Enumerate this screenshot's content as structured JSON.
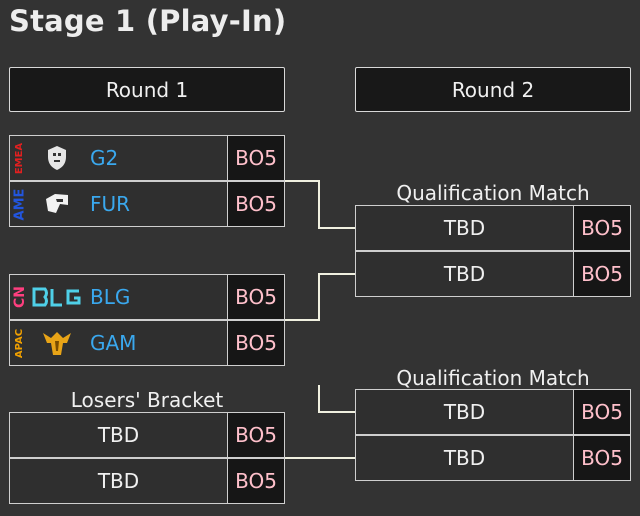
{
  "title": "Stage 1 (Play-In)",
  "rounds": [
    "Round 1",
    "Round 2"
  ],
  "round1": {
    "matches": [
      {
        "teams": [
          {
            "region": "EMEA",
            "region_color": "#e02020",
            "logo": "g2-logo-icon",
            "name": "G2",
            "format": "BO5"
          },
          {
            "region": "AME",
            "region_color": "#2255dd",
            "logo": "fur-logo-icon",
            "name": "FUR",
            "format": "BO5"
          }
        ]
      },
      {
        "teams": [
          {
            "region": "CN",
            "region_color": "#ff3f7f",
            "logo": "blg-logo-icon",
            "name": "BLG",
            "format": "BO5"
          },
          {
            "region": "APAC",
            "region_color": "#f0a000",
            "logo": "gam-logo-icon",
            "name": "GAM",
            "format": "BO5"
          }
        ]
      }
    ],
    "losers_bracket": {
      "label": "Losers' Bracket",
      "slots": [
        {
          "name": "TBD",
          "format": "BO5"
        },
        {
          "name": "TBD",
          "format": "BO5"
        }
      ]
    }
  },
  "round2": {
    "matches": [
      {
        "label": "Qualification Match",
        "slots": [
          {
            "name": "TBD",
            "format": "BO5"
          },
          {
            "name": "TBD",
            "format": "BO5"
          }
        ]
      },
      {
        "label": "Qualification Match",
        "slots": [
          {
            "name": "TBD",
            "format": "BO5"
          },
          {
            "name": "TBD",
            "format": "BO5"
          }
        ]
      }
    ]
  },
  "colors": {
    "background": "#333333",
    "team_name": "#3aa8ee",
    "format_text": "#ffc0cb",
    "connector": "#f0f0e0"
  }
}
